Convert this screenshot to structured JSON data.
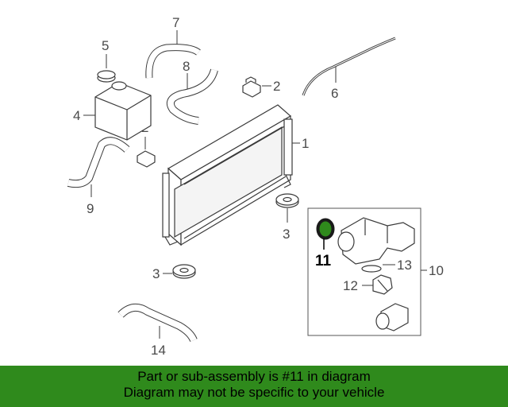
{
  "diagram": {
    "callouts": {
      "c1": "1",
      "c2a": "2",
      "c2b": "2",
      "c3a": "3",
      "c3b": "3",
      "c4": "4",
      "c5": "5",
      "c6": "6",
      "c7": "7",
      "c8": "8",
      "c9": "9",
      "c10": "10",
      "c11": "11",
      "c12": "12",
      "c13": "13",
      "c14": "14"
    },
    "highlight_color": "#2f8a1c"
  },
  "banner": {
    "line1": "Part or sub-assembly is #11 in diagram",
    "line2": "Diagram may not be specific to your vehicle",
    "background": "#2f8a1c"
  }
}
